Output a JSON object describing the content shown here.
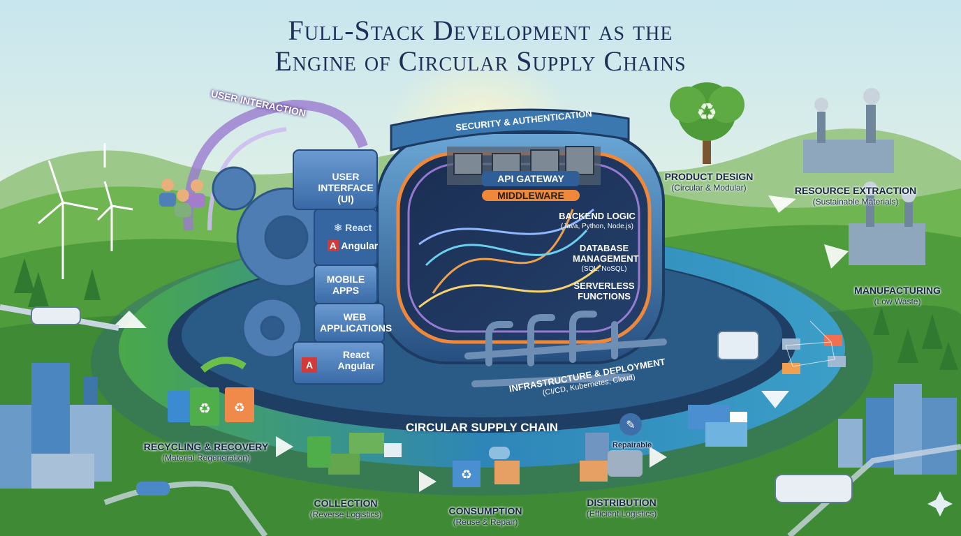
{
  "title": {
    "line1": "Full-Stack Development as the",
    "line2": "Engine of Circular Supply Chains"
  },
  "frontend": {
    "user_interaction": "USER INTERACTION",
    "ui": "USER INTERFACE (UI)",
    "react": "React",
    "angular": "Angular",
    "mobile": "MOBILE APPS",
    "web": "WEB APPLICATIONS",
    "react_angular_1": "React",
    "react_angular_2": "Angular"
  },
  "backend": {
    "security": "SECURITY & AUTHENTICATION",
    "api_gateway": "API GATEWAY",
    "middleware": "MIDDLEWARE",
    "backend_logic": "BACKEND LOGIC",
    "backend_logic_sub": "(Java, Python, Node.js)",
    "database": "DATABASE MANAGEMENT",
    "database_sub": "(SQL, NoSQL)",
    "serverless": "SERVERLESS FUNCTIONS",
    "infra": "INFRASTRUCTURE & DEPLOYMENT",
    "infra_sub": "(CI/CD, Kubernetes, Cloud)"
  },
  "chain": {
    "title": "CIRCULAR SUPPLY CHAIN",
    "product_design": "PRODUCT DESIGN",
    "product_design_sub": "(Circular & Modular)",
    "resource": "RESOURCE EXTRACTION",
    "resource_sub": "(Sustainable Materials)",
    "manufacturing": "MANUFACTURING",
    "manufacturing_sub": "(Low Waste)",
    "distribution": "DISTRIBUTION",
    "distribution_sub": "(Efficient Logistics)",
    "consumption": "CONSUMPTION",
    "consumption_sub": "(Reuse & Repair)",
    "collection": "COLLECTION",
    "collection_sub": "(Reverse Logistics)",
    "recycling": "RECYCLING & RECOVERY",
    "recycling_sub": "(Material Regeneration)",
    "repairable": "Repairable"
  },
  "colors": {
    "sky_top": "#cfe8ef",
    "sky_bottom": "#eaf3dc",
    "hill_green": "#5caa3d",
    "ring_blue": "#2f7fb1",
    "ring_green": "#4fae4a",
    "engine_dark": "#1e3f69",
    "glow_orange": "#f0883a"
  },
  "icons": [
    "wind-turbine-icon",
    "gear-icon",
    "recycle-icon",
    "truck-icon",
    "factory-icon",
    "tree-icon",
    "bin-icon",
    "box-icon",
    "wrench-icon",
    "users-icon",
    "building-icon",
    "bus-icon",
    "shield-icon",
    "database-icon"
  ]
}
